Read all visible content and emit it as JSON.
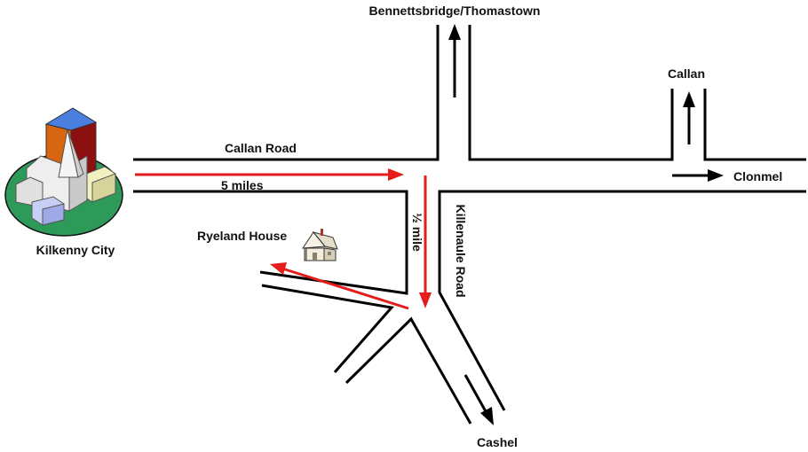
{
  "labels": {
    "destination_north": "Bennettsbridge/Thomastown",
    "destination_callan": "Callan",
    "destination_clonmel": "Clonmel",
    "destination_cashel": "Cashel",
    "road_callan": "Callan Road",
    "road_killenaule": "Killenaule Road",
    "distance_main": "5 miles",
    "distance_half": "½ mile",
    "place_ryeland": "Ryeland House",
    "place_kilkenny": "Kilkenny City"
  },
  "colors": {
    "road": "#000000",
    "route": "#e41c1c",
    "island": "#2e9a5a",
    "roof_blue": "#4a7fe0",
    "wall_orange": "#d8650f",
    "wall_red": "#8c1010"
  },
  "icons": [
    "kilkenny-city-icon",
    "ryeland-house-icon"
  ]
}
